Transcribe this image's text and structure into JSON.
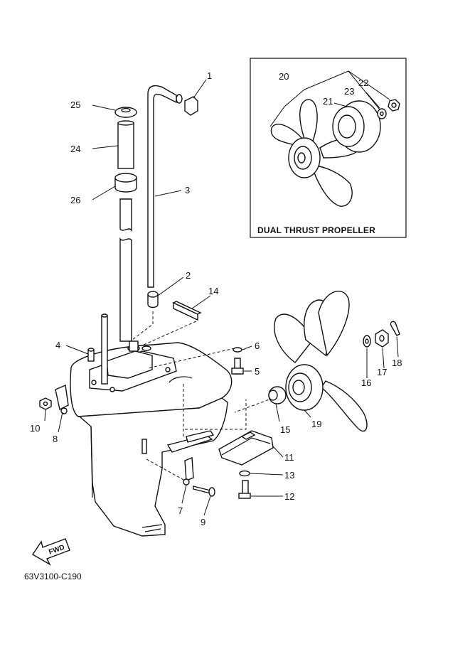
{
  "diagram": {
    "inset_caption": "DUAL THRUST PROPELLER",
    "diagram_code": "63V3100-C190",
    "fwd_label": "FWD",
    "labels": {
      "p1": "1",
      "p2": "2",
      "p3": "3",
      "p4": "4",
      "p5": "5",
      "p6": "6",
      "p7": "7",
      "p8": "8",
      "p9": "9",
      "p10": "10",
      "p11": "11",
      "p12": "12",
      "p13": "13",
      "p14": "14",
      "p15": "15",
      "p16": "16",
      "p17": "17",
      "p18": "18",
      "p19": "19",
      "p20": "20",
      "p21": "21",
      "p22": "22",
      "p23": "23",
      "p24": "24",
      "p25": "25",
      "p26": "26"
    }
  }
}
